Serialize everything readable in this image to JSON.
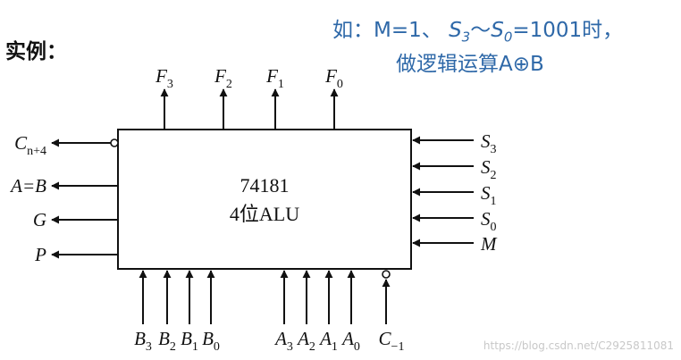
{
  "heading": "实例：",
  "note": {
    "line1_prefix": "如：M=1、",
    "line1_s": "S",
    "line1_sub_hi": "3",
    "line1_tilde": "～",
    "line1_sub_lo": "0",
    "line1_suffix": "=1001时，",
    "line2": "做逻辑运算A⊕B"
  },
  "alu": {
    "part_number": "74181",
    "description": "4位ALU"
  },
  "top_outputs": [
    {
      "main": "F",
      "sub": "3"
    },
    {
      "main": "F",
      "sub": "2"
    },
    {
      "main": "F",
      "sub": "1"
    },
    {
      "main": "F",
      "sub": "0"
    }
  ],
  "left_outputs": [
    {
      "main": "C",
      "sub": "n+4",
      "inverted": true
    },
    {
      "main": "A=B",
      "sub": ""
    },
    {
      "main": "G",
      "sub": ""
    },
    {
      "main": "P",
      "sub": ""
    }
  ],
  "right_inputs": [
    {
      "main": "S",
      "sub": "3"
    },
    {
      "main": "S",
      "sub": "2"
    },
    {
      "main": "S",
      "sub": "1"
    },
    {
      "main": "S",
      "sub": "0"
    },
    {
      "main": "M",
      "sub": ""
    }
  ],
  "bottom_inputs_b": [
    {
      "main": "B",
      "sub": "3"
    },
    {
      "main": "B",
      "sub": "2"
    },
    {
      "main": "B",
      "sub": "1"
    },
    {
      "main": "B",
      "sub": "0"
    }
  ],
  "bottom_inputs_a": [
    {
      "main": "A",
      "sub": "3"
    },
    {
      "main": "A",
      "sub": "2"
    },
    {
      "main": "A",
      "sub": "1"
    },
    {
      "main": "A",
      "sub": "0"
    }
  ],
  "carry_in": {
    "main": "C",
    "sub": "−1",
    "inverted": true
  },
  "watermark": "https://blog.csdn.net/C2925811081"
}
